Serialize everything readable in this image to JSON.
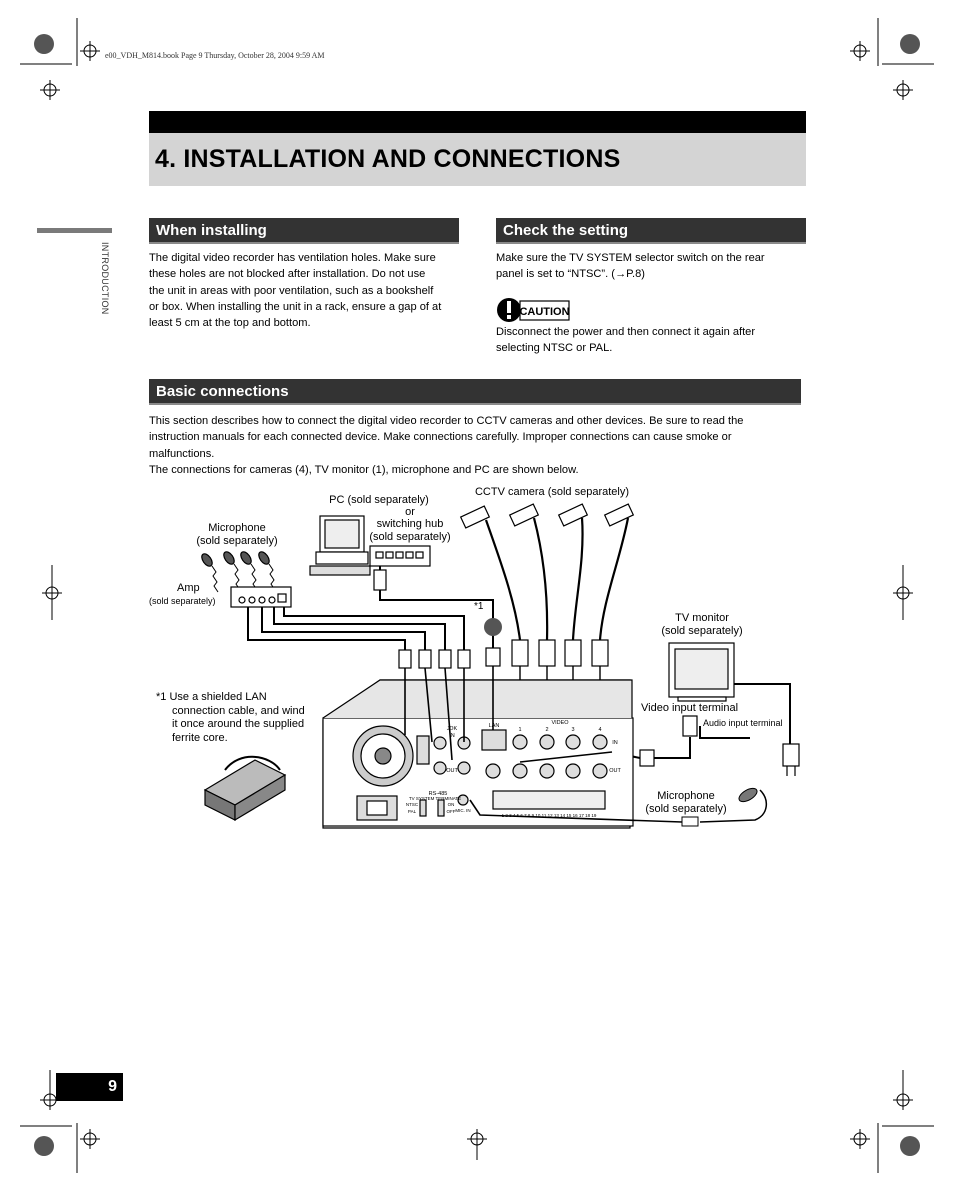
{
  "header": {
    "slug": "e00_VDH_M814.book  Page 9  Thursday, October 28, 2004  9:59 AM"
  },
  "page": {
    "title": "4. INSTALLATION AND CONNECTIONS",
    "side_tab": "INTRODUCTION",
    "number": "9"
  },
  "installing": {
    "heading": "When installing",
    "lines": [
      "The digital video recorder has ventilation holes. Make sure",
      "these holes are not blocked after installation. Do not use",
      "the unit in areas with poor ventilation, such as a bookshelf",
      "or box. When installing the unit in a rack, ensure a gap of at",
      "least 5 cm at the top and bottom."
    ]
  },
  "setting": {
    "heading": "Check the setting",
    "lines": [
      "Make sure the TV SYSTEM selector switch on the rear",
      "panel is set to “NTSC”. (→P.8)"
    ],
    "caution_label": "CAUTION",
    "caution_lines": [
      "Disconnect the power and then connect it again after",
      "selecting NTSC or PAL."
    ]
  },
  "basic": {
    "heading": "Basic connections",
    "lines": [
      "This section describes how to connect the digital video recorder to CCTV cameras and other devices. Be sure to read the",
      "instruction manuals for each connected device. Make connections carefully. Improper connections can cause smoke or",
      "malfunctions.",
      "The connections for cameras (4), TV monitor (1), microphone and PC are shown below."
    ]
  },
  "diagram": {
    "pc_label": [
      "PC (sold separately)",
      "or",
      "switching hub",
      "(sold separately)"
    ],
    "camera_label": "CCTV camera (sold separately)",
    "mic_label": [
      "Microphone",
      "(sold separately)"
    ],
    "amp_label": "Amp",
    "amp_sub": "(sold separately)",
    "star_one": "*1",
    "tv_label": [
      "TV monitor",
      "(sold separately)"
    ],
    "video_input": "Video input terminal",
    "audio_input": "Audio input terminal",
    "mic2_label": [
      "Microphone",
      "(sold separately)"
    ],
    "note": [
      "*1 Use a shielded LAN",
      "connection cable, and wind",
      "it once around the supplied",
      "ferrite core."
    ],
    "panel": {
      "jdk": "JDK",
      "in": "IN",
      "out": "OUT",
      "lan": "LAN",
      "video": "VIDEO",
      "ch": [
        "1",
        "2",
        "3",
        "4"
      ],
      "rs": "RS-485",
      "tvsys": "TV SYSTEM  TERMINATE",
      "ntsc": "NTSC",
      "pal": "PAL",
      "on": "ON",
      "off": "OFF",
      "mic": "MIC. IN",
      "terminals": "1 2 3 4 5 6 7 8 9 10 11 12 13 14 15 16 17 18 19"
    }
  }
}
